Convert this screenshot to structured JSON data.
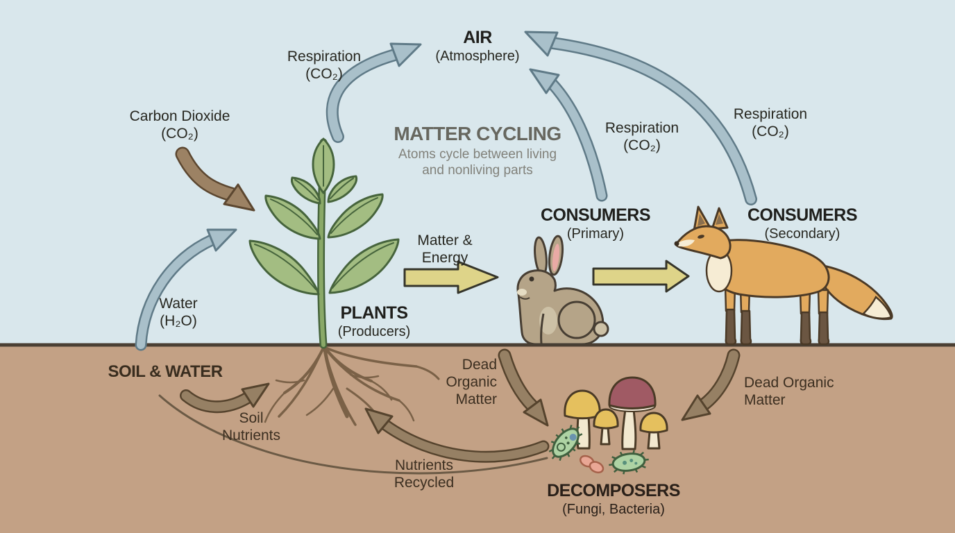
{
  "title_block": {
    "title": "MATTER CYCLING",
    "subtitle_line1": "Atoms cycle between living",
    "subtitle_line2": "and nonliving parts"
  },
  "nodes": {
    "air": {
      "name": "AIR",
      "detail": "(Atmosphere)"
    },
    "plants": {
      "name": "PLANTS",
      "detail": "(Producers)"
    },
    "consumers_primary": {
      "name": "CONSUMERS",
      "detail": "(Primary)"
    },
    "consumers_secondary": {
      "name": "CONSUMERS",
      "detail": "(Secondary)"
    },
    "soil_water": {
      "name": "SOIL & WATER"
    },
    "decomposers": {
      "name": "DECOMPOSERS",
      "detail": "(Fungi, Bacteria)"
    }
  },
  "flow_labels": {
    "respiration_plants": {
      "line1": "Respiration",
      "line2": "(CO₂)"
    },
    "respiration_primary": {
      "line1": "Respiration",
      "line2": "(CO₂)"
    },
    "respiration_secondary": {
      "line1": "Respiration",
      "line2": "(CO₂)"
    },
    "carbon_dioxide": {
      "line1": "Carbon Dioxide",
      "line2": "(CO₂)"
    },
    "water": {
      "line1": "Water",
      "line2": "(H₂O)"
    },
    "matter_energy": {
      "line1": "Matter &",
      "line2": "Energy"
    },
    "soil_nutrients": {
      "line1": "Soil",
      "line2": "Nutrients"
    },
    "dead_organic_matter_left": {
      "line1": "Dead",
      "line2": "Organic",
      "line3": "Matter"
    },
    "dead_organic_matter_right": {
      "line1": "Dead Organic",
      "line2": "Matter"
    },
    "nutrients_recycled": {
      "line1": "Nutrients",
      "line2": "Recycled"
    }
  },
  "colors": {
    "sky": "#d9e7ec",
    "soil": "#c3a185",
    "ground_line": "#4a3f33",
    "gas_arrow": "#a9c0ca",
    "gas_arrow_outline": "#5f7a87",
    "co2_in_arrow": "#9c8264",
    "co2_in_arrow_outline": "#5c4730",
    "soil_arrow": "#968064",
    "soil_arrow_outline": "#55432d",
    "energy_arrow": "#ded489",
    "energy_arrow_outline": "#35352b",
    "title_text": "#67675f",
    "heading_text": "#1f1f1c",
    "soil_text": "#392d1f",
    "plant_green": "#a3bd82",
    "plant_outline": "#46643c",
    "rabbit_fill": "#b5a488",
    "fox_fill": "#e2aa5e",
    "mushroom_yellow": "#e5c05e",
    "mushroom_maroon": "#a05a64",
    "bacteria_green": "#aed3a4",
    "bacteria_pink": "#e9a795"
  }
}
